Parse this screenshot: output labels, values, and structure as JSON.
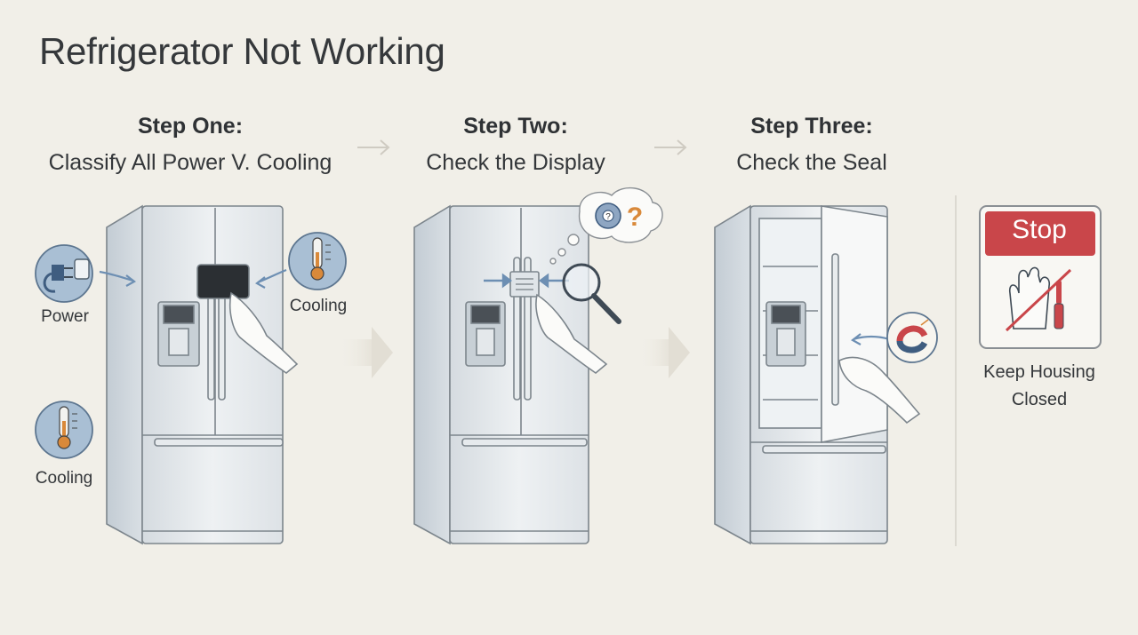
{
  "title": "Refrigerator Not Working",
  "steps": [
    {
      "name": "Step One:",
      "desc": "Classify All Power V. Cooling"
    },
    {
      "name": "Step Two:",
      "desc": "Check the Display"
    },
    {
      "name": "Step Three:",
      "desc": "Check the Seal"
    }
  ],
  "labels": {
    "power": "Power",
    "cooling_top": "Cooling",
    "cooling_bottom": "Cooling"
  },
  "stop": {
    "word": "Stop",
    "caption": "Keep Housing Closed"
  },
  "colors": {
    "stop_red": "#c9464a",
    "icon_blue": "#a9bfd4",
    "accent_orange": "#d9893a",
    "arrow_blue": "#6d8fb3"
  }
}
